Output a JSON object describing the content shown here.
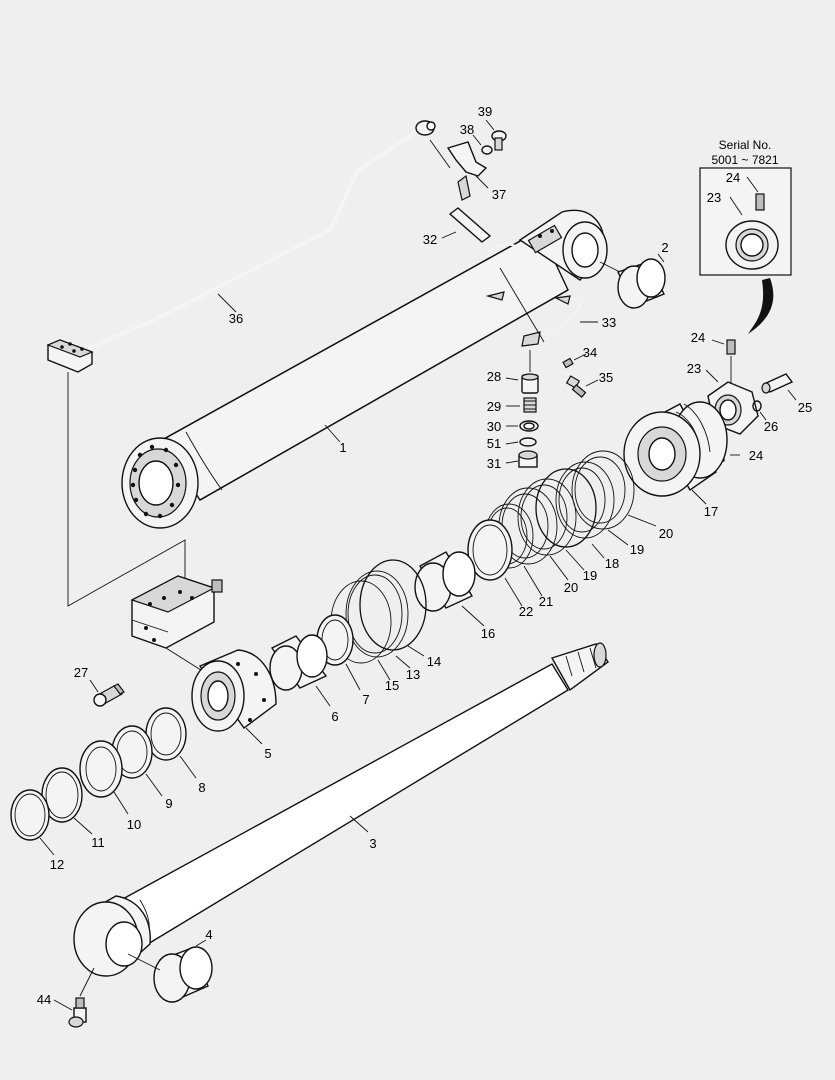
{
  "inset": {
    "title": "Serial No.",
    "range": "5001 ~ 7821"
  },
  "labels": {
    "p1": "1",
    "p2": "2",
    "p3": "3",
    "p4": "4",
    "p5": "5",
    "p6": "6",
    "p7": "7",
    "p8": "8",
    "p9": "9",
    "p10": "10",
    "p11": "11",
    "p12": "12",
    "p13": "13",
    "p14": "14",
    "p15": "15",
    "p16": "16",
    "p17": "17",
    "p18": "18",
    "p19a": "19",
    "p19b": "19",
    "p20a": "20",
    "p20b": "20",
    "p21": "21",
    "p22": "22",
    "p23": "23",
    "p23i": "23",
    "p24a": "24",
    "p24b": "24",
    "p24i": "24",
    "p25": "25",
    "p26": "26",
    "p27": "27",
    "p28": "28",
    "p29": "29",
    "p30": "30",
    "p31": "31",
    "p32": "32",
    "p33": "33",
    "p34": "34",
    "p35": "35",
    "p36": "36",
    "p37": "37",
    "p38": "38",
    "p39": "39",
    "p44": "44",
    "p51": "51"
  }
}
